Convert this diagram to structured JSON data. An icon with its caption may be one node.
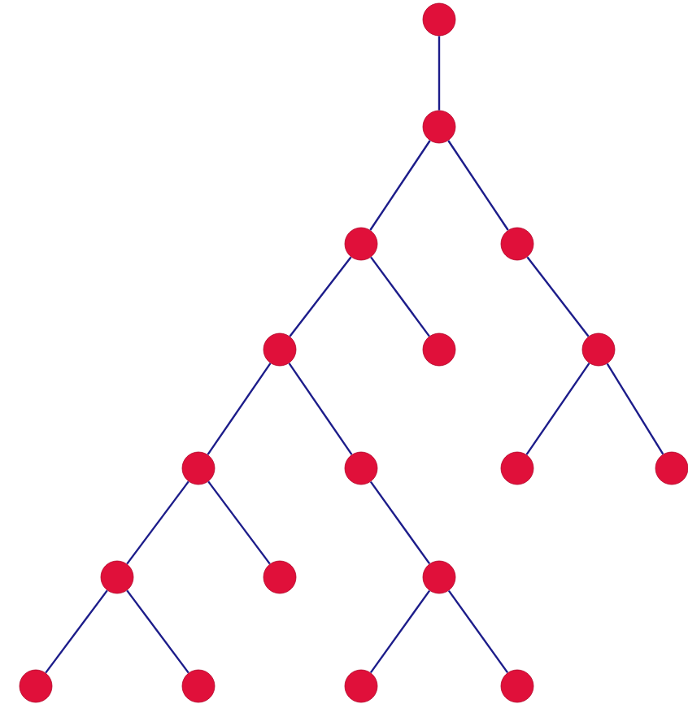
{
  "diagram": {
    "nodes": [
      {
        "text": [],
        "shape": "circle"
      },
      {
        "text": [],
        "shape": "circle"
      },
      {
        "text": [],
        "shape": "circle"
      },
      {
        "text": [],
        "shape": "circle"
      },
      {
        "text": [],
        "shape": "circle"
      },
      {
        "text": [],
        "shape": "circle"
      },
      {
        "text": [],
        "shape": "circle"
      },
      {
        "text": [],
        "shape": "circle"
      },
      {
        "text": [],
        "shape": "circle"
      },
      {
        "text": [],
        "shape": "circle"
      },
      {
        "text": [],
        "shape": "circle"
      },
      {
        "text": [],
        "shape": "circle"
      },
      {
        "text": [],
        "shape": "circle"
      },
      {
        "text": [],
        "shape": "circle"
      },
      {
        "text": [],
        "shape": "circle"
      },
      {
        "text": [],
        "shape": "circle"
      },
      {
        "text": [],
        "shape": "circle"
      },
      {
        "text": [],
        "shape": "circle"
      }
    ],
    "edges": [
      {
        "from": 0,
        "to": 1,
        "arrow": "none"
      },
      {
        "from": 1,
        "to": 2,
        "arrow": "none"
      },
      {
        "from": 1,
        "to": 3,
        "arrow": "none"
      },
      {
        "from": 2,
        "to": 4,
        "arrow": "none"
      },
      {
        "from": 2,
        "to": 5,
        "arrow": "none"
      },
      {
        "from": 3,
        "to": 6,
        "arrow": "none"
      },
      {
        "from": 4,
        "to": 7,
        "arrow": "none"
      },
      {
        "from": 4,
        "to": 8,
        "arrow": "none"
      },
      {
        "from": 6,
        "to": 9,
        "arrow": "none"
      },
      {
        "from": 6,
        "to": 10,
        "arrow": "none"
      },
      {
        "from": 7,
        "to": 11,
        "arrow": "none"
      },
      {
        "from": 7,
        "to": 12,
        "arrow": "none"
      },
      {
        "from": 8,
        "to": 13,
        "arrow": "none"
      },
      {
        "from": 11,
        "to": 14,
        "arrow": "none"
      },
      {
        "from": 11,
        "to": 15,
        "arrow": "none"
      },
      {
        "from": 13,
        "to": 16,
        "arrow": "none"
      },
      {
        "from": 13,
        "to": 17,
        "arrow": "none"
      }
    ]
  }
}
